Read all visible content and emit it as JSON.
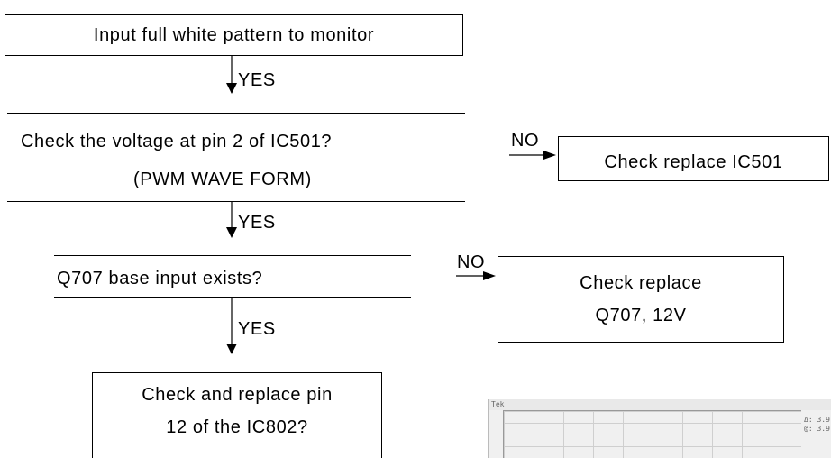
{
  "flow": {
    "step1": "Input full white pattern to monitor",
    "step2_line1": "Check the voltage at pin 2 of IC501?",
    "step2_line2": "(PWM WAVE FORM)",
    "step3": "Q707 base input exists?",
    "step4_line1": "Check and replace pin",
    "step4_line2": "12 of the IC802?",
    "yes1": "YES",
    "yes2": "YES",
    "yes3": "YES",
    "no1": "NO",
    "no2": "NO",
    "action1": "Check replace IC501",
    "action2_line1": "Check replace",
    "action2_line2": "Q707, 12V"
  },
  "oscilloscope": {
    "header_text": "Tek",
    "readout_1": "Δ: 3.9",
    "readout_2": "@: 3.9"
  }
}
